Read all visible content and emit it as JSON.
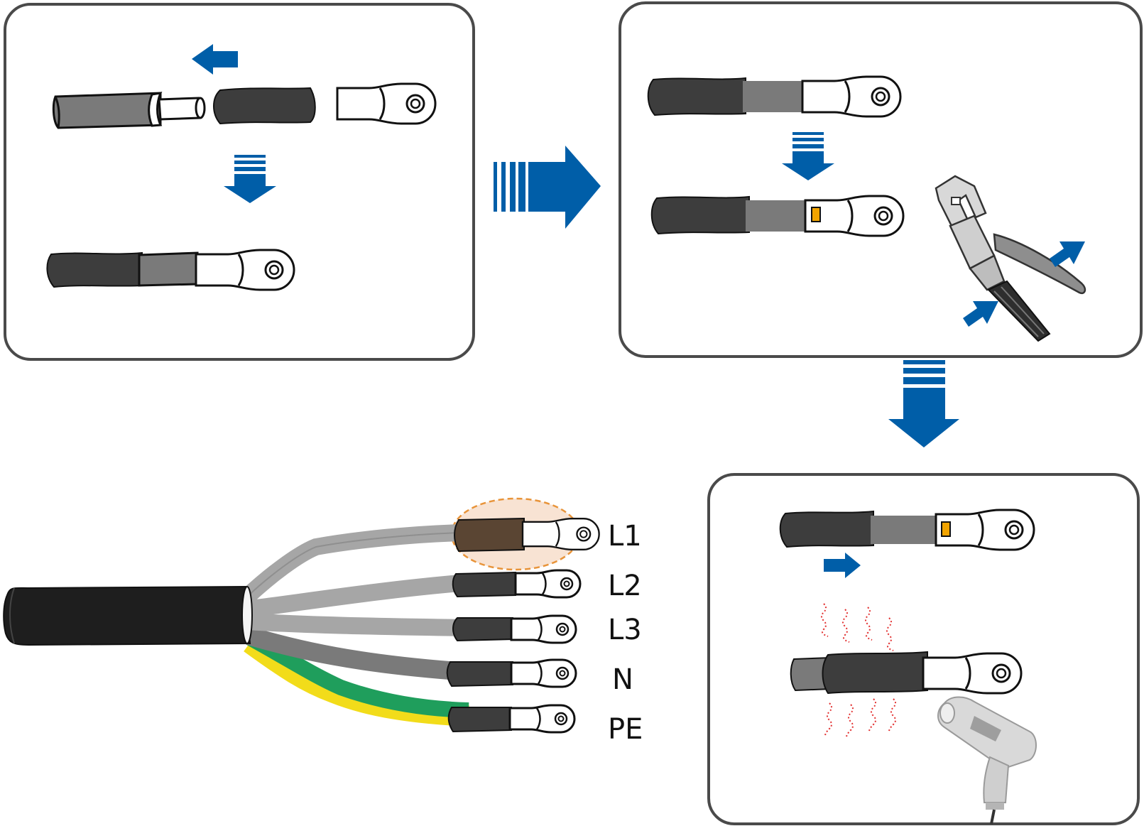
{
  "wire_labels": {
    "l1": "L1",
    "l2": "L2",
    "l3": "L3",
    "n": "N",
    "pe": "PE"
  },
  "colors": {
    "process_arrow": "#005ea8",
    "jacket": "#1e1e1e",
    "tube": "#3d3d3d",
    "conductor_gray": "#7a7a7a",
    "wire_gray": "#a6a6a6",
    "pe_green": "#1f9e5c",
    "pe_yellow": "#f2dc1a",
    "l1_tube_brown": "#5a4533",
    "l1_highlight_fill": "#f8e3d3",
    "l1_highlight_stroke": "#e8943a",
    "crimp_mark": "#f2a400",
    "heat_waves": "#e23030",
    "panel_border": "#4a4a4a"
  },
  "icons": {
    "crimp_tool": "hydraulic-crimping-tool-icon",
    "heat_gun": "heat-gun-icon",
    "ring_terminal": "ring-terminal-icon"
  }
}
